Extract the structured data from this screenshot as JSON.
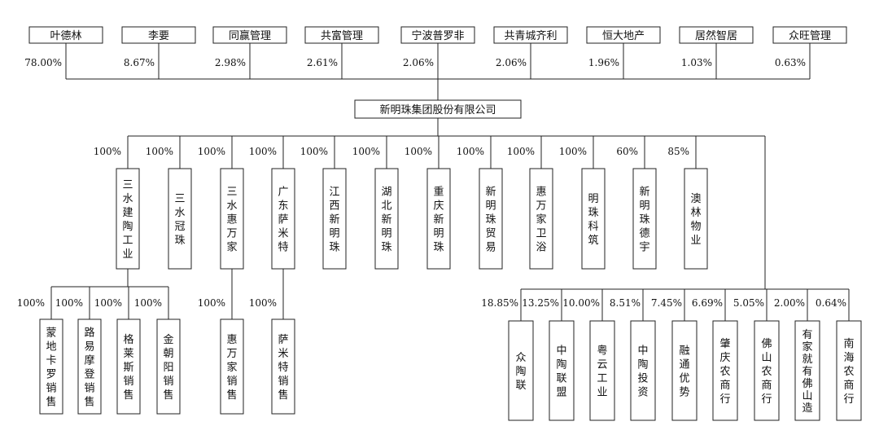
{
  "shareholders": [
    {
      "name": "叶德林",
      "pct": "78.00%"
    },
    {
      "name": "李要",
      "pct": "8.67%"
    },
    {
      "name": "同赢管理",
      "pct": "2.98%"
    },
    {
      "name": "共富管理",
      "pct": "2.61%"
    },
    {
      "name": "宁波普罗非",
      "pct": "2.06%"
    },
    {
      "name": "共青城齐利",
      "pct": "2.06%"
    },
    {
      "name": "恒大地产",
      "pct": "1.96%"
    },
    {
      "name": "居然智居",
      "pct": "1.03%"
    },
    {
      "name": "众旺管理",
      "pct": "0.63%"
    }
  ],
  "company": {
    "name": "新明珠集团股份有限公司"
  },
  "subsidiaries": [
    {
      "name": "三水建陶工业",
      "pct": "100%"
    },
    {
      "name": "三水冠珠",
      "pct": "100%"
    },
    {
      "name": "三水惠万家",
      "pct": "100%"
    },
    {
      "name": "广东萨米特",
      "pct": "100%"
    },
    {
      "name": "江西新明珠",
      "pct": "100%"
    },
    {
      "name": "湖北新明珠",
      "pct": "100%"
    },
    {
      "name": "重庆新明珠",
      "pct": "100%"
    },
    {
      "name": "新明珠贸易",
      "pct": "100%"
    },
    {
      "name": "惠万家卫浴",
      "pct": "100%"
    },
    {
      "name": "明珠科筑",
      "pct": "100%"
    },
    {
      "name": "新明珠德宇",
      "pct": "60%"
    },
    {
      "name": "澳林物业",
      "pct": "85%"
    }
  ],
  "sub_a": [
    {
      "name": "蒙地卡罗销售",
      "pct": "100%"
    },
    {
      "name": "路易摩登销售",
      "pct": "100%"
    },
    {
      "name": "格莱斯销售",
      "pct": "100%"
    },
    {
      "name": "金朝阳销售",
      "pct": "100%"
    }
  ],
  "sub_b": [
    {
      "name": "惠万家销售",
      "pct": "100%"
    }
  ],
  "sub_c": [
    {
      "name": "萨米特销售",
      "pct": "100%"
    }
  ],
  "investees": [
    {
      "name": "众陶联",
      "pct": "18.85%"
    },
    {
      "name": "中陶联盟",
      "pct": "13.25%"
    },
    {
      "name": "粤云工业",
      "pct": "10.00%"
    },
    {
      "name": "中陶投资",
      "pct": "8.51%"
    },
    {
      "name": "融通优势",
      "pct": "7.45%"
    },
    {
      "name": "肇庆农商行",
      "pct": "6.69%"
    },
    {
      "name": "佛山农商行",
      "pct": "5.05%"
    },
    {
      "name": "有家就有佛山造",
      "pct": "2.00%"
    },
    {
      "name": "南海农商行",
      "pct": "0.64%"
    }
  ]
}
